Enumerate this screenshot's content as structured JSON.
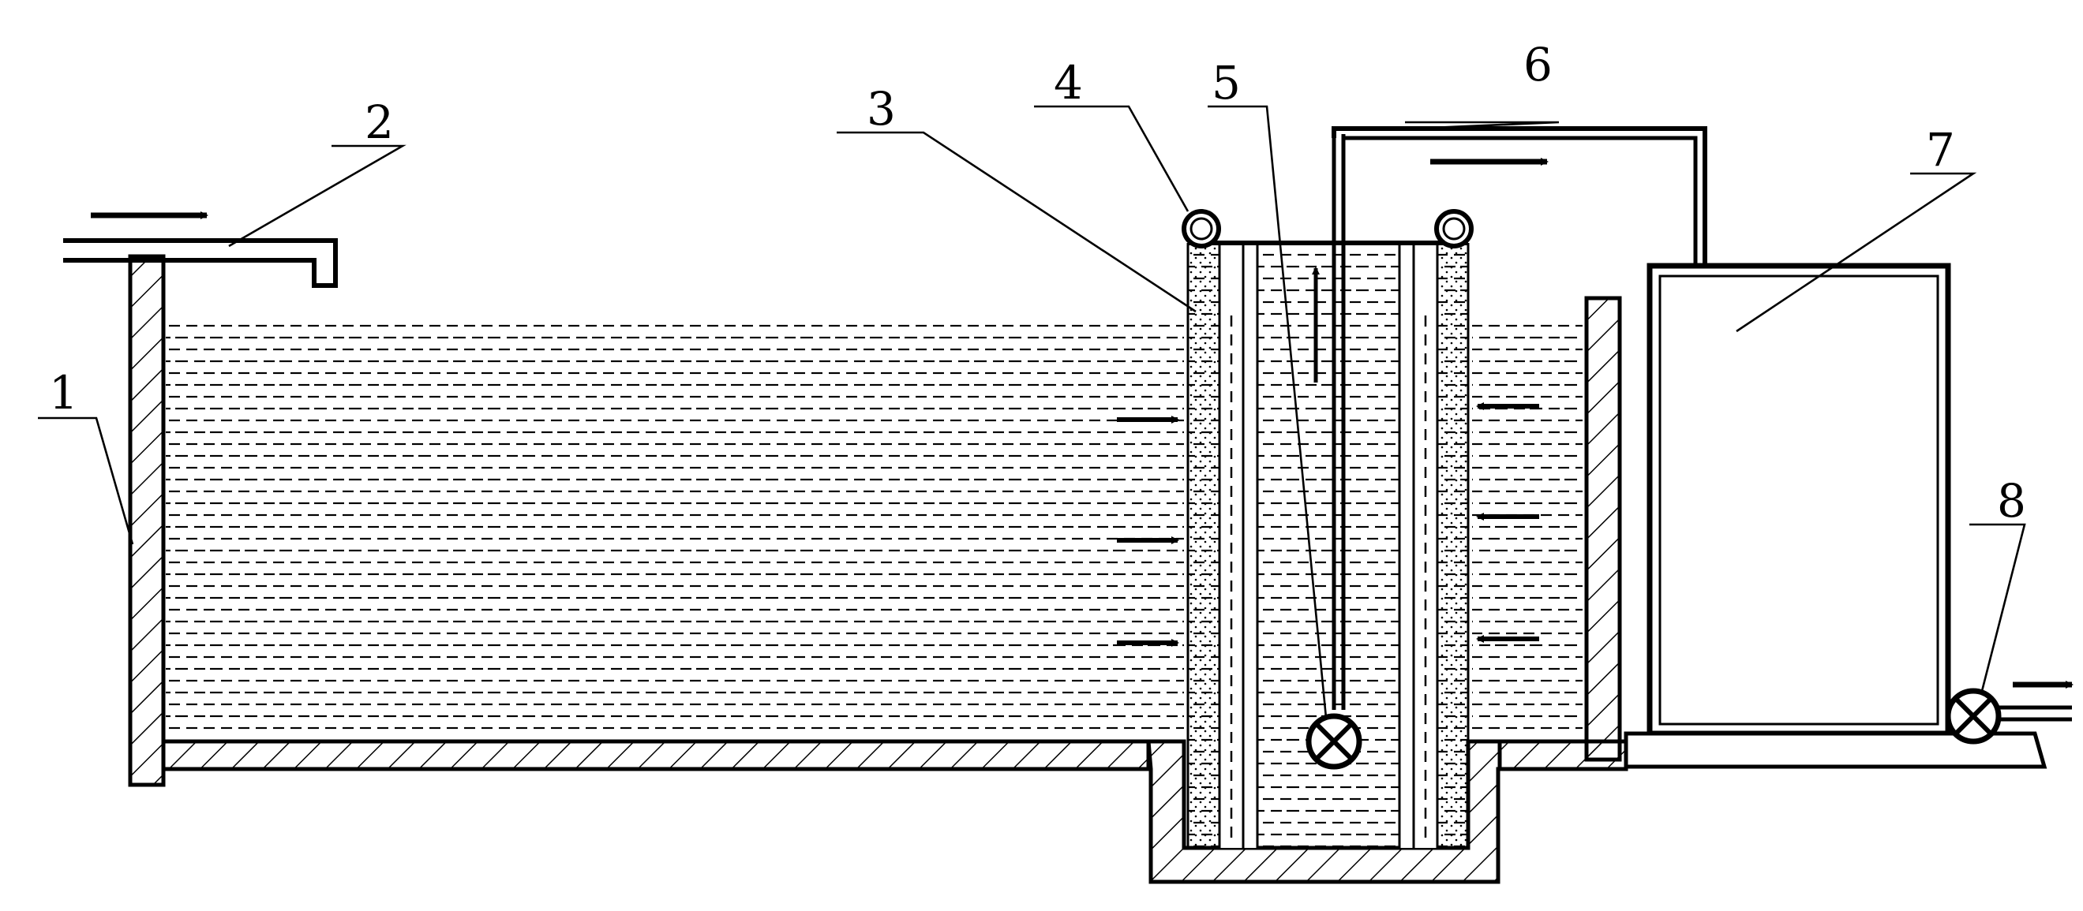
{
  "labels": {
    "l1": "1",
    "l2": "2",
    "l3": "3",
    "l4": "4",
    "l5": "5",
    "l6": "6",
    "l7": "7",
    "l8": "8"
  },
  "colors": {
    "line": "#000000",
    "background": "#ffffff"
  },
  "icons": {
    "pump": "circle-cross-pump-icon",
    "flow": "arrow-icon"
  }
}
